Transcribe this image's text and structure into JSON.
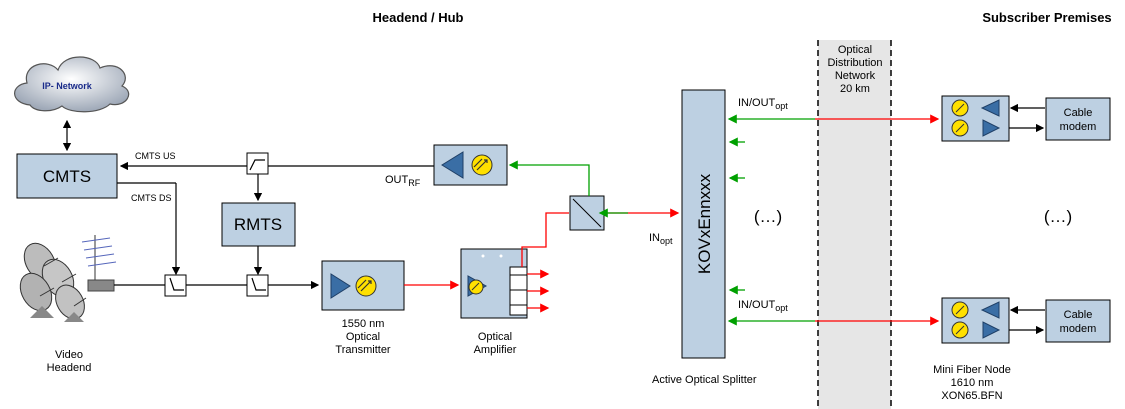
{
  "headers": {
    "headend": "Headend / Hub",
    "subscriber": "Subscriber Premises"
  },
  "cloud": {
    "label": "IP- Network"
  },
  "blocks": {
    "cmts": "CMTS",
    "rmts": "RMTS",
    "kovx": "KOVxEnnxxx",
    "cable_modem_top": [
      "Cable",
      "modem"
    ],
    "cable_modem_bottom": [
      "Cable",
      "modem"
    ]
  },
  "signals": {
    "cmts_us": "CMTS US",
    "cmts_ds": "CMTS DS",
    "out_rf": "OUT",
    "out_rf_sub": "RF",
    "in_out_top": "IN/OUT",
    "in_out_top_sub": "opt",
    "in_out_bottom": "IN/OUT",
    "in_out_bottom_sub": "opt",
    "in_opt": "IN",
    "in_opt_sub": "opt"
  },
  "odn": [
    "Optical",
    "Distribution",
    "Network",
    "20 km"
  ],
  "ellipsis_center": "(…)",
  "ellipsis_right": "(…)",
  "captions": {
    "video_headend": [
      "Video",
      "Headend"
    ],
    "transmitter": [
      "1550 nm",
      "Optical",
      "Transmitter"
    ],
    "amplifier": [
      "Optical",
      "Amplifier"
    ],
    "active_splitter": "Active Optical Splitter",
    "fiber_node": [
      "Mini Fiber Node",
      "1610 nm",
      "XON65.BFN"
    ]
  },
  "colors": {
    "block_fill": "#bdd0e2",
    "downstream": "#ff0000",
    "upstream": "#00a000",
    "led": "#ffe000",
    "triangle": "#3a6ea5",
    "odn_band": "#e6e6e6"
  },
  "icons": [
    "cloud-icon",
    "satellite-dish-icon",
    "antenna-icon",
    "led-icon",
    "amplifier-triangle-icon",
    "diplexer-icon",
    "coupler-icon"
  ]
}
